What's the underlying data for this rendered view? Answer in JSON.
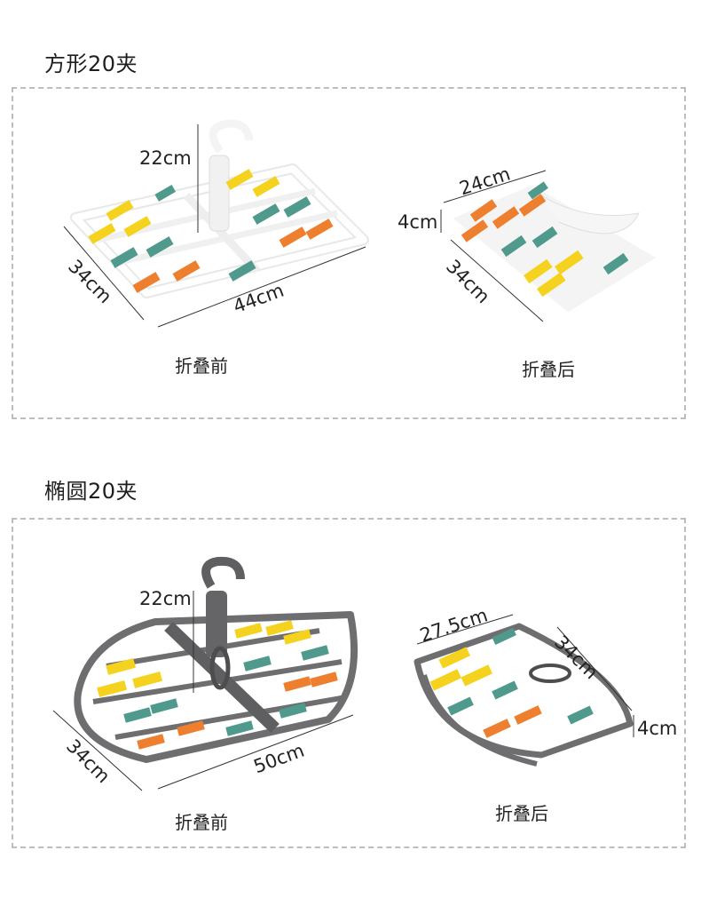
{
  "square": {
    "title": "方形20夹",
    "before": {
      "caption": "折叠前",
      "height": "22cm",
      "width": "44cm",
      "depth": "34cm"
    },
    "after": {
      "caption": "折叠后",
      "width": "24cm",
      "height": "4cm",
      "depth": "34cm"
    }
  },
  "oval": {
    "title": "椭圆20夹",
    "before": {
      "caption": "折叠前",
      "height": "22cm",
      "width": "50cm",
      "depth": "34cm"
    },
    "after": {
      "caption": "折叠后",
      "width": "27.5cm",
      "height": "4cm",
      "depth": "34cm"
    }
  },
  "colors": {
    "yellow": "#f5d21e",
    "orange": "#ee7f2e",
    "teal": "#4f9a8c",
    "frame_white": "#f4f4f4",
    "frame_gray": "#6e6e70"
  }
}
